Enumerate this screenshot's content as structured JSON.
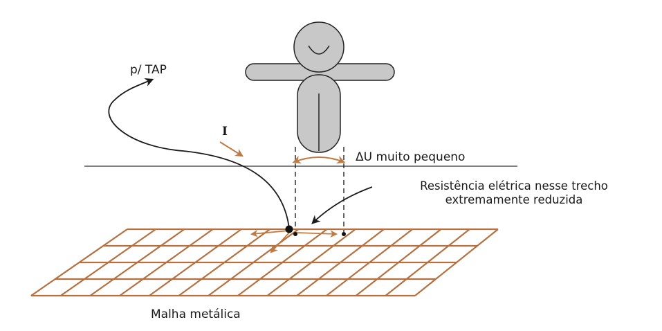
{
  "labels": {
    "tap": "p/ TAP",
    "current": "I",
    "delta_u": "ΔU muito pequeno",
    "resistance_line1": "Resistência elétrica nesse trecho",
    "resistance_line2": "extremamente reduzida",
    "mesh": "Malha metálica"
  },
  "colors": {
    "mesh": "#b5703f",
    "arrow_accent": "#c07a44",
    "person_fill": "#c8c8c8",
    "outline": "#222222"
  }
}
